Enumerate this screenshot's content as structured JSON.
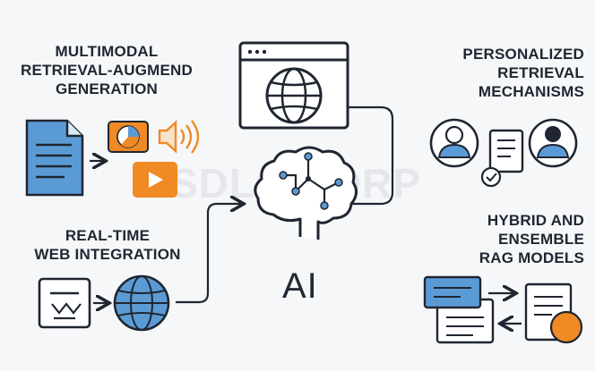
{
  "labels": {
    "multimodal": [
      "MULTIMODAL",
      "RETRIEVAL-AUGMEND",
      "GENERATION"
    ],
    "personalized": [
      "PERSONALIZED",
      "RETRIEVAL",
      "MECHANISMS"
    ],
    "realtime": [
      "REAL-TIME",
      "WEB INTEGRATION"
    ],
    "hybrid": [
      "HYBRID AND",
      "ENSEMBLE",
      "RAG MODELS"
    ],
    "ai": "AI",
    "watermark": "SDLC CORP"
  },
  "colors": {
    "blue": "#5b9bd5",
    "orange": "#f08a24",
    "stroke": "#1f2631",
    "light_blue": "#dceaf8"
  },
  "icons": [
    "document-icon",
    "pie-chart-image-icon",
    "speaker-icon",
    "video-play-icon",
    "browser-globe-icon",
    "brain-circuit-icon",
    "user-icon",
    "document-check-icon",
    "inbox-icon",
    "globe-icon",
    "stacked-cards-icon",
    "notes-document-icon",
    "orange-dot-icon"
  ]
}
